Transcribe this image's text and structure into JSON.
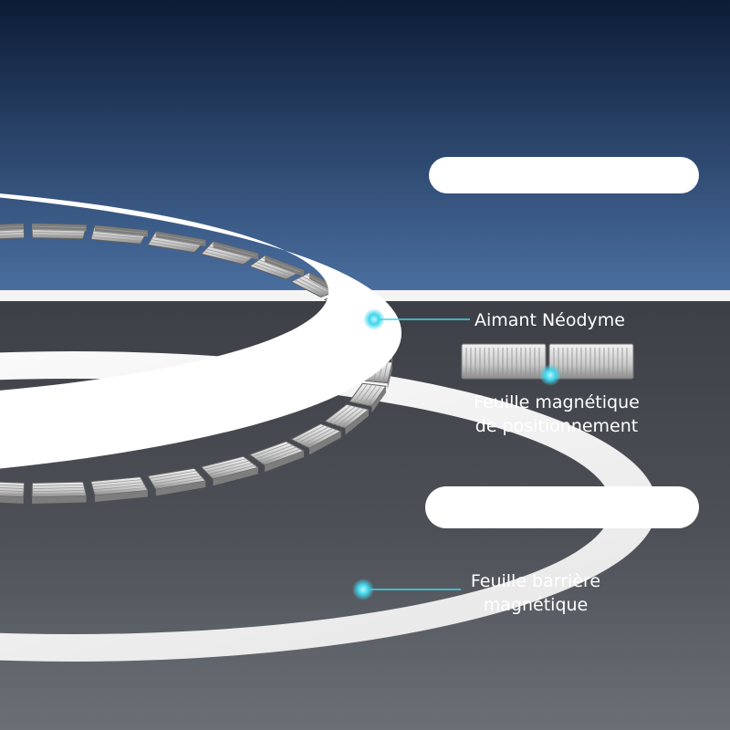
{
  "labels": {
    "neodymium": {
      "line1": "Aimant Néodyme"
    },
    "positioning": {
      "line1": "Feuille magnétique",
      "line2": "de positionnement"
    },
    "barrier": {
      "line1": "Feuille barrière",
      "line2": "magnétique"
    }
  },
  "colors": {
    "bg_top_dark": "#0c1b36",
    "bg_top_light": "#4a6fa0",
    "bg_bottom_light": "#3c3f45",
    "bg_bottom_dark": "#6b7076",
    "ring": "#ffffff",
    "magnet_light": "#eeeeee",
    "magnet_dark": "#8a8a8a",
    "callout": "#3fd6ec",
    "text": "#ffffff"
  },
  "icons": [
    "callout-dot-icon"
  ]
}
